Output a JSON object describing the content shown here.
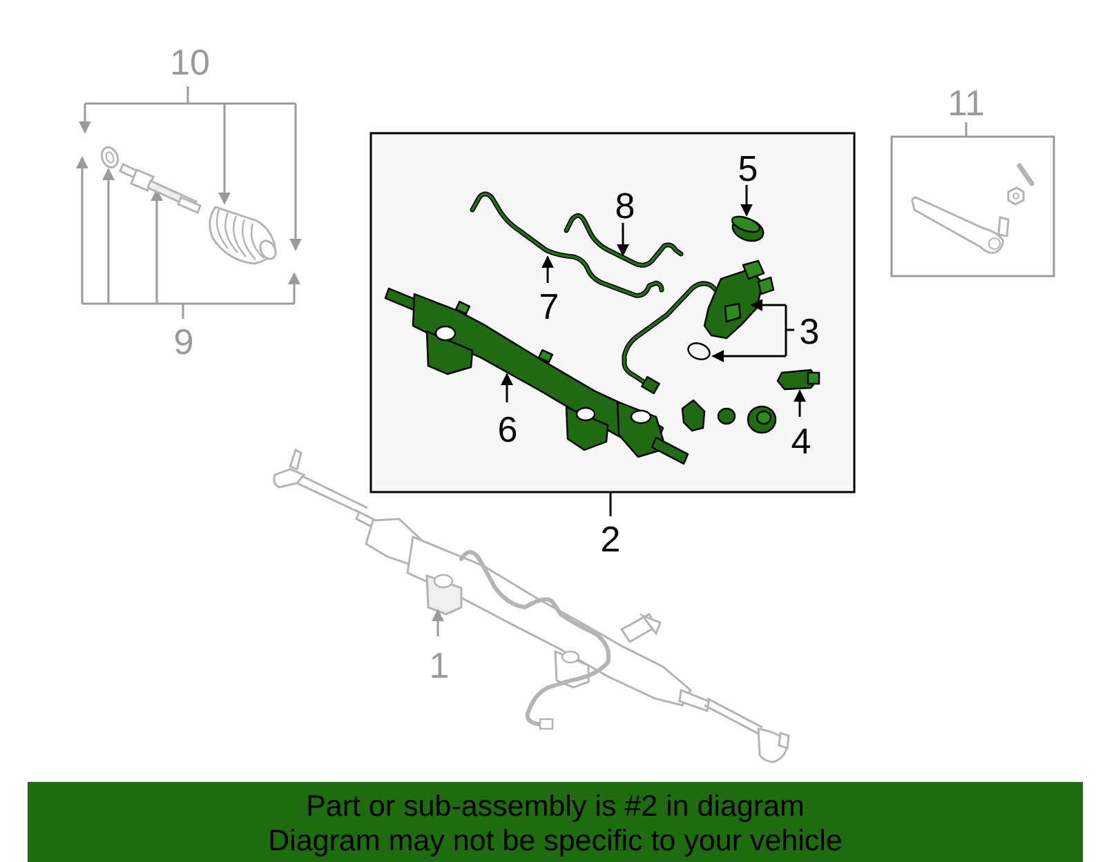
{
  "diagram": {
    "callouts": {
      "c1": "1",
      "c2": "2",
      "c3": "3",
      "c4": "4",
      "c5": "5",
      "c6": "6",
      "c7": "7",
      "c8": "8",
      "c9": "9",
      "c10": "10",
      "c11": "11"
    },
    "colors": {
      "highlight": "#1f6a12",
      "banner": "#1e6b10",
      "gray_parts": "#9a9a9a",
      "panel_bg": "#f7f7f7"
    }
  },
  "banner": {
    "line1": "Part or sub-assembly is #2 in diagram",
    "line2": "Diagram may not be specific to your vehicle"
  }
}
